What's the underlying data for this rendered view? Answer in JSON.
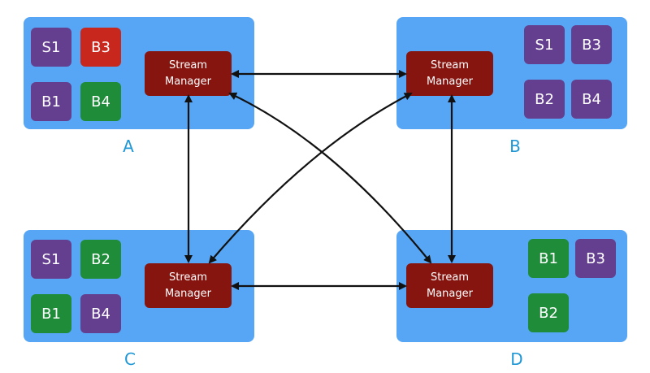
{
  "colors": {
    "container_fill": "#57a6f5",
    "manager_fill": "#861510",
    "purple": "#653f8f",
    "red": "#c8271e",
    "green": "#1e8c38",
    "label_text": "#1f97d4",
    "edge": "#111111"
  },
  "hosts": {
    "A": {
      "label": "A",
      "manager": {
        "line1": "Stream",
        "line2": "Manager"
      },
      "tiles": [
        {
          "text": "S1",
          "color": "purple"
        },
        {
          "text": "B3",
          "color": "red"
        },
        {
          "text": "B1",
          "color": "purple"
        },
        {
          "text": "B4",
          "color": "green"
        }
      ]
    },
    "B": {
      "label": "B",
      "manager": {
        "line1": "Stream",
        "line2": "Manager"
      },
      "tiles": [
        {
          "text": "S1",
          "color": "purple"
        },
        {
          "text": "B3",
          "color": "purple"
        },
        {
          "text": "B2",
          "color": "purple"
        },
        {
          "text": "B4",
          "color": "purple"
        }
      ]
    },
    "C": {
      "label": "C",
      "manager": {
        "line1": "Stream",
        "line2": "Manager"
      },
      "tiles": [
        {
          "text": "S1",
          "color": "purple"
        },
        {
          "text": "B2",
          "color": "green"
        },
        {
          "text": "B1",
          "color": "green"
        },
        {
          "text": "B4",
          "color": "purple"
        }
      ]
    },
    "D": {
      "label": "D",
      "manager": {
        "line1": "Stream",
        "line2": "Manager"
      },
      "tiles": [
        {
          "text": "B1",
          "color": "green"
        },
        {
          "text": "B3",
          "color": "purple"
        },
        {
          "text": "B2",
          "color": "green"
        }
      ]
    }
  },
  "connections": [
    {
      "from": "A",
      "to": "B"
    },
    {
      "from": "A",
      "to": "C"
    },
    {
      "from": "A",
      "to": "D"
    },
    {
      "from": "B",
      "to": "C"
    },
    {
      "from": "B",
      "to": "D"
    },
    {
      "from": "C",
      "to": "D"
    }
  ]
}
